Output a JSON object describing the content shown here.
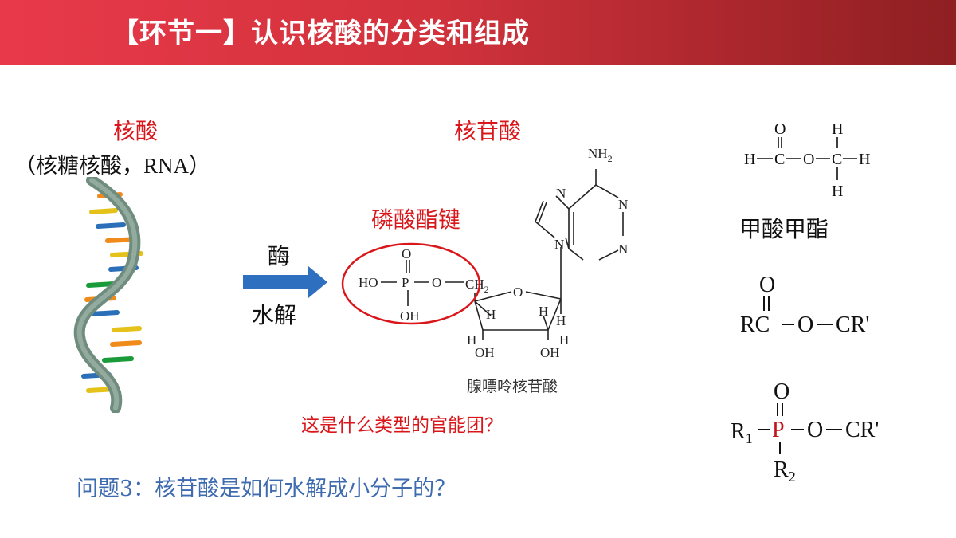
{
  "header": {
    "title": "【环节一】认识核酸的分类和组成"
  },
  "left": {
    "title": "核酸",
    "subtitle": "（核糖核酸，RNA）"
  },
  "arrow": {
    "top_label": "酶",
    "bottom_label": "水解"
  },
  "center": {
    "title": "核苷酸",
    "bond_label": "磷酸酯键",
    "structure_caption": "腺嘌呤核苷酸",
    "question": "这是什么类型的官能团？",
    "atoms": {
      "nh2_n": "NH",
      "nh2_sub": "2",
      "n": "N",
      "o": "O",
      "p": "P",
      "h": "H",
      "ho": "HO",
      "oh": "OH",
      "ch2": "CH",
      "ch2_sub": "2"
    }
  },
  "right": {
    "formula1": {
      "name": "甲酸甲酯",
      "h": "H",
      "c": "C",
      "o": "O",
      "dash": "—"
    },
    "formula2": {
      "rc": "RC",
      "o": "O",
      "cr": "CR'"
    },
    "formula3": {
      "r1": "R",
      "r1_sub": "1",
      "p": "P",
      "o": "O",
      "cr": "CR'",
      "r2": "R",
      "r2_sub": "2"
    }
  },
  "footer": {
    "question": "问题3：核苷酸是如何水解成小分子的？"
  },
  "colors": {
    "accent_red": "#d9171b",
    "question_blue": "#3e6bb0",
    "arrow_blue": "#2f6fc0"
  }
}
